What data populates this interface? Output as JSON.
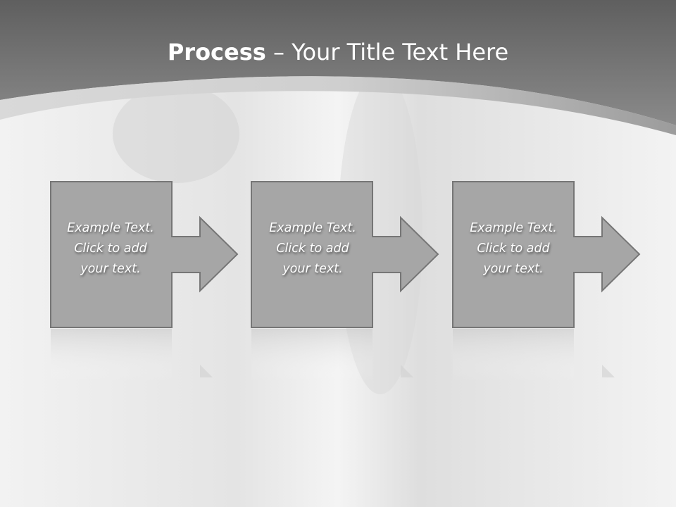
{
  "title": {
    "bold": "Process",
    "rest": " – Your Title Text Here"
  },
  "steps": [
    {
      "lines": [
        "Example Text.",
        "Click  to add",
        "your text."
      ]
    },
    {
      "lines": [
        "Example Text.",
        "Click  to add",
        "your text."
      ]
    },
    {
      "lines": [
        "Example Text.",
        "Click  to add",
        "your text."
      ]
    }
  ],
  "colors": {
    "header": "#6e6e6e",
    "shape_fill": "#a6a6a6",
    "shape_stroke": "#767676",
    "text": "#ffffff"
  }
}
